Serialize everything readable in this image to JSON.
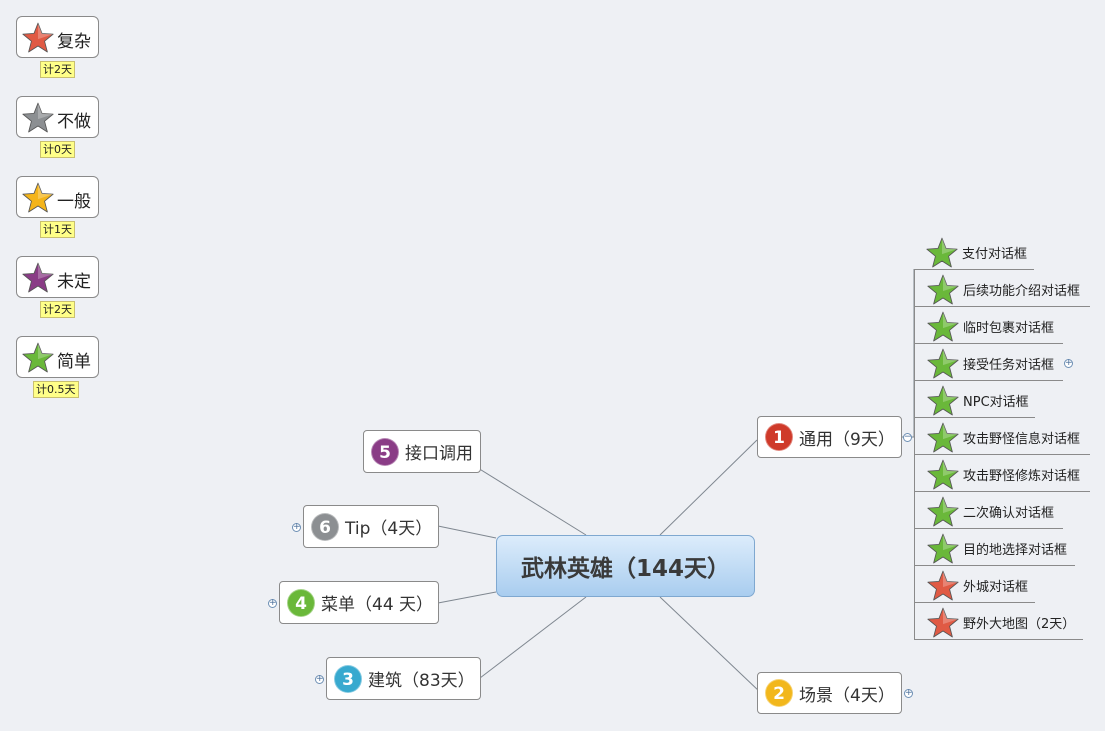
{
  "legend": [
    {
      "label": "复杂",
      "note": "计2天",
      "star_color": "#e05a44",
      "icon": "red-star-icon"
    },
    {
      "label": "不做",
      "note": "计0天",
      "star_color": "#8c8f92",
      "icon": "gray-star-icon"
    },
    {
      "label": "一般",
      "note": "计1天",
      "star_color": "#f4b41a",
      "icon": "yellow-star-icon"
    },
    {
      "label": "未定",
      "note": "计2天",
      "star_color": "#8a3c86",
      "icon": "purple-star-icon"
    },
    {
      "label": "简单",
      "note": "计0.5天",
      "star_color": "#6ab83a",
      "icon": "green-star-icon"
    }
  ],
  "central": {
    "title": "武林英雄（144天）"
  },
  "topics": {
    "t1": {
      "num": "1",
      "label": "通用（9天）",
      "color": "#cf3a2a"
    },
    "t2": {
      "num": "2",
      "label": "场景（4天）",
      "color": "#f2b71c"
    },
    "t3": {
      "num": "3",
      "label": "建筑（83天）",
      "color": "#38a9cf"
    },
    "t4": {
      "num": "4",
      "label": "菜单（44 天）",
      "color": "#6ab83a"
    },
    "t5": {
      "num": "5",
      "label": "接口调用",
      "color": "#8a3c86"
    },
    "t6": {
      "num": "6",
      "label": "Tip（4天）",
      "color": "#8c8f92"
    }
  },
  "subtopics": [
    {
      "label": "支付对话框",
      "star_color": "#6ab83a",
      "icon": "green-star-icon"
    },
    {
      "label": "后续功能介绍对话框",
      "star_color": "#6ab83a",
      "icon": "green-star-icon"
    },
    {
      "label": "临时包裹对话框",
      "star_color": "#6ab83a",
      "icon": "green-star-icon"
    },
    {
      "label": "接受任务对话框",
      "star_color": "#6ab83a",
      "icon": "green-star-icon"
    },
    {
      "label": "NPC对话框",
      "star_color": "#6ab83a",
      "icon": "green-star-icon"
    },
    {
      "label": "攻击野怪信息对话框",
      "star_color": "#6ab83a",
      "icon": "green-star-icon"
    },
    {
      "label": "攻击野怪修炼对话框",
      "star_color": "#6ab83a",
      "icon": "green-star-icon"
    },
    {
      "label": "二次确认对话框",
      "star_color": "#6ab83a",
      "icon": "green-star-icon"
    },
    {
      "label": "目的地选择对话框",
      "star_color": "#6ab83a",
      "icon": "green-star-icon"
    },
    {
      "label": "外城对话框",
      "star_color": "#e05a44",
      "icon": "red-star-icon"
    },
    {
      "label": "野外大地图（2天）",
      "star_color": "#e05a44",
      "icon": "red-star-icon"
    }
  ]
}
